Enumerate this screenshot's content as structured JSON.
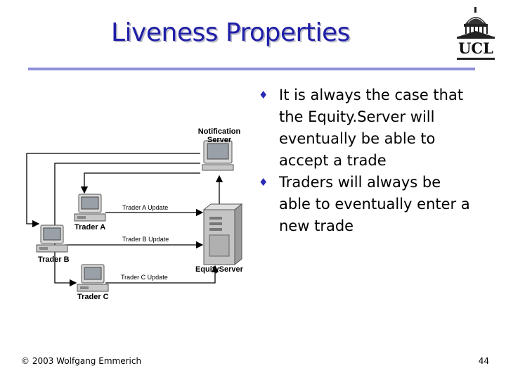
{
  "slide": {
    "title": "Liveness Properties",
    "logo_text": "UCL",
    "bullets": [
      "It is always the case that the Equity.Server will eventually be able to accept a trade",
      "Traders will always be able to eventually enter a new trade"
    ],
    "footer_left": "© 2003 Wolfgang Emmerich",
    "page_number": "44"
  },
  "diagram": {
    "notification_server": "Notification Server",
    "equity_server": "EquityServer",
    "trader_a": "Trader A",
    "trader_b": "Trader B",
    "trader_c": "Trader C",
    "update_a": "Trader A Update",
    "update_b": "Trader B Update",
    "update_c": "Trader C Update"
  },
  "colors": {
    "title": "#1f1fa8",
    "rule": "#8e8eda",
    "bullet": "#2a2ab8"
  }
}
